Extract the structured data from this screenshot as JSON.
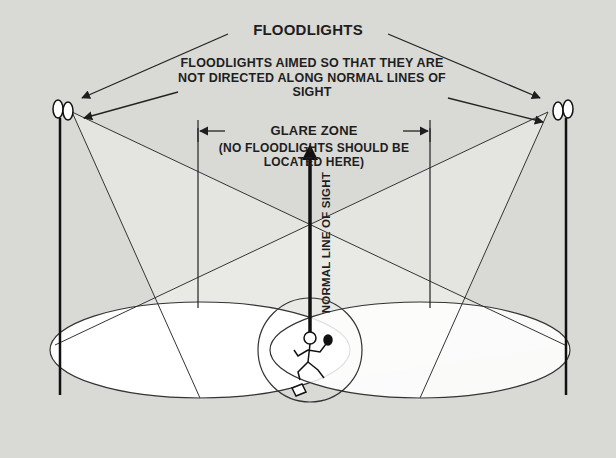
{
  "diagram": {
    "labels": [
      "FLOODLIGHTS",
      "FLOODLIGHTS AIMED SO THAT THEY ARE NOT DIRECTED ALONG NORMAL LINES OF SIGHT",
      "GLARE ZONE",
      "(NO FLOODLIGHTS SHOULD BE LOCATED HERE)",
      "NORMAL LINE OF SIGHT"
    ]
  }
}
